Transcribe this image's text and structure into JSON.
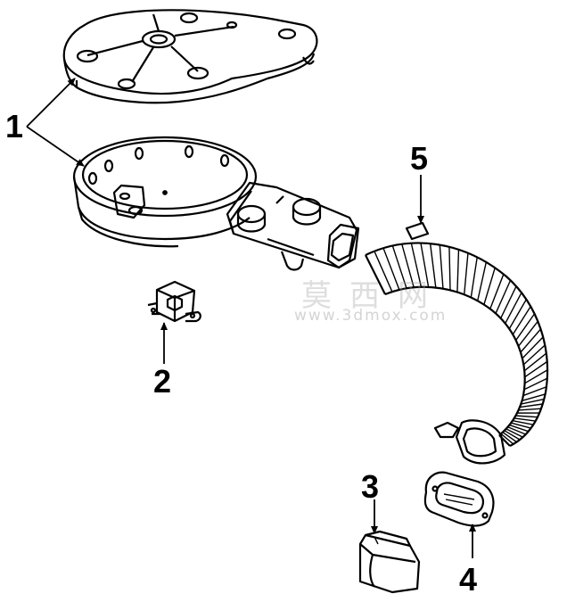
{
  "callouts": {
    "c1": "1",
    "c2": "2",
    "c3": "3",
    "c4": "4",
    "c5": "5"
  },
  "watermark": {
    "chinese": "莫西网",
    "url": "www.3dmox.com"
  },
  "colors": {
    "line": "#000000",
    "background": "#ffffff",
    "watermark": "#a0a0a0"
  }
}
